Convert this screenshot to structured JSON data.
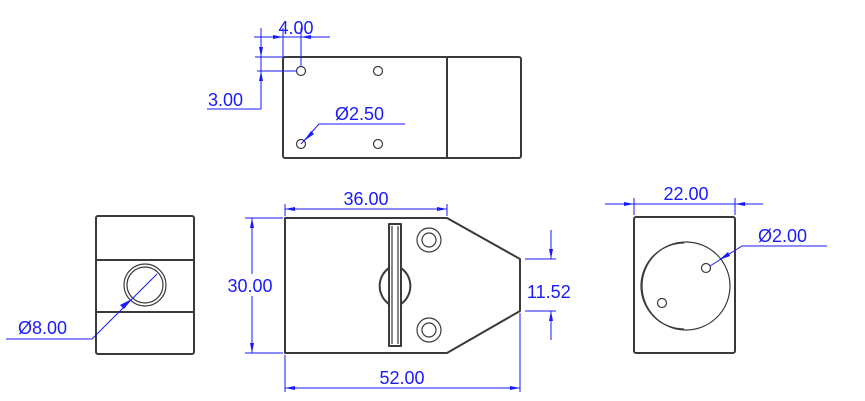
{
  "drawing": {
    "top_view": {
      "dims": {
        "hole_offset_x": "4.00",
        "hole_offset_y": "3.00",
        "hole_diameter": "Ø2.50"
      }
    },
    "front_view": {
      "dims": {
        "top_length": "36.00",
        "height": "30.00",
        "tip_width": "11.52",
        "overall_length": "52.00"
      }
    },
    "left_view": {
      "dims": {
        "bore_diameter": "Ø8.00"
      }
    },
    "right_view": {
      "dims": {
        "width": "22.00",
        "pin_hole_diameter": "Ø2.00"
      }
    },
    "colors": {
      "dimension": "#1a1aff",
      "outline": "#3a3a3a"
    }
  }
}
